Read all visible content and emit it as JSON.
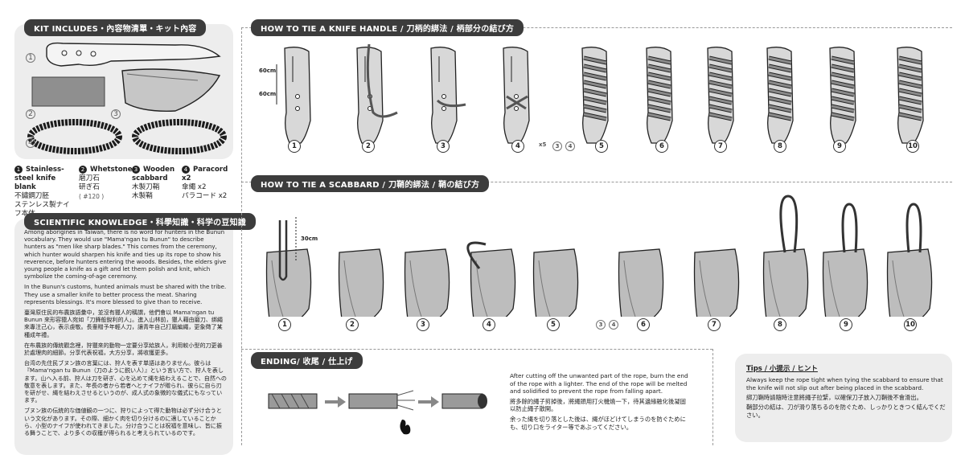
{
  "kit": {
    "header": "KIT INCLUDES・內容物清單・キット內容",
    "items": [
      {
        "num": "1",
        "name_en": "Stainless-steel knife blank",
        "name_zh": "不鏽鋼刀胚",
        "name_ja": "ステンレス製ナイフ本体",
        "note": ""
      },
      {
        "num": "2",
        "name_en": "Whetstone",
        "name_zh": "磨刀石",
        "name_ja": "研ぎ石",
        "note": "( #120 )"
      },
      {
        "num": "3",
        "name_en": "Wooden scabbard",
        "name_zh": "木製刀鞘",
        "name_ja": "木製鞘",
        "note": ""
      },
      {
        "num": "4",
        "name_en": "Paracord  x2",
        "name_zh": "傘繩  x2",
        "name_ja": "パラコード  x2",
        "note": ""
      }
    ]
  },
  "science": {
    "header": "SCIENTIFIC KNOWLEDGE・科學知識・科学の豆知識",
    "paragraphs": [
      "Among aborigines in Taiwan, there is no word for hunters in the Bunun vocabulary. They would use \"Mama'ngan tu Bunun\" to describe hunters as \"men like sharp blades.\" This comes from the ceremony, which hunter would sharpen his knife and ties up its rope to show his reverence, before hunters entering the woods. Besides, the elders give young people a knife as a gift and let them polish and knit, which symbolize the coming-of-age ceremony.",
      "In the Bunun's customs, hunted animals must be shared with the tribe. They use a smaller knife to better process the meat. Sharing represents blessings. It's more blessed to give than to receive.",
      "臺灣原住民的布農族語彙中，並沒有獵人的稱謂，他們會以 Mama'ngan tu Bunun 來形容獵人宛如「刀鋒般銳利的人」。進入山林前，獵人藉由磨刀、綁繩來專注己心，表示虔敬。長輩贈予年輕人刀，讓青年自己打磨編繩，更象徵了某種成年禮。",
      "在布農族的傳統觀念裡，狩獵來的動物一定要分享給族人，利用較小型的刀更善於處理肉的細節。分享代表祝福，大方分享，將收獲更多。",
      "台湾の先住民ブヌン族の言葉には、狩人を表す単語はありません。彼らは『Mama'ngan tu Bunun（刀のように鋭い人）』という言い方で、狩人を表します。山へ入る前、狩人は刀を研ぎ、心を込めて縄を結わえることで、自然への敬意を表します。また、年長の者から若者へとナイフが贈られ、彼らに自ら刃を研がせ、縄を結わえさせるというのが、成人式の象徴的な儀式にもなっています。",
      "ブヌン族の伝統的な価値観の一つに、狩りによって得た動物は必ず分け合うという文化があります。その際、細かく肉を切り分けるのに適していることから、小型のナイフが使われてきました。分け合うことは祝福を意味し、皆に振る舞うことで、より多くの収穫が得られると考えられているのです。"
    ]
  },
  "handle": {
    "header": "HOW TO TIE A KNIFE HANDLE / 刀柄的綁法 / 柄部分の結び方",
    "dim_top": "60cm",
    "dim_bottom": "60cm",
    "repeat": "x5",
    "repeat_steps": [
      "3",
      "4"
    ],
    "steps": [
      "1",
      "2",
      "3",
      "4",
      "5",
      "6",
      "7",
      "8",
      "9",
      "10"
    ]
  },
  "scabbard": {
    "header": "HOW TO TIE A SCABBARD / 刀鞘的綁法 / 鞘の結び方",
    "dim": "30cm",
    "repeat_steps": [
      "3",
      "4"
    ],
    "steps": [
      "1",
      "2",
      "3",
      "4",
      "5",
      "6",
      "7",
      "8",
      "9",
      "10"
    ]
  },
  "ending": {
    "header": "ENDING/ 收尾 / 仕上げ",
    "paragraphs": [
      "After cutting off the unwanted part of the rope, burn the end of the rope with a lighter. The end of the rope will be melted and solidified to prevent the rope from falling apart.",
      "將多餘的繩子剪掉後，將繩頭用打火機燒一下，待其邊緣融化後凝固以防止繩子散開。",
      "余った縄を切り落とした後は、縄がほどけてしまうのを防ぐためにも、切り口をライター等であぶってください。"
    ]
  },
  "tips": {
    "title": "Tips / 小提示 / ヒント",
    "paragraphs": [
      "Always keep the rope tight when tying the scabbard to ensure that the knife will not slip out after being placed in the scabbard.",
      "綁刀鞘時請隨時注意將繩子拉緊，以確保刀子放入刀鞘後不會滑出。",
      "鞘部分の結は、刀が滑り落ちるのを防ぐため、しっかりときつく結んでください。"
    ]
  }
}
